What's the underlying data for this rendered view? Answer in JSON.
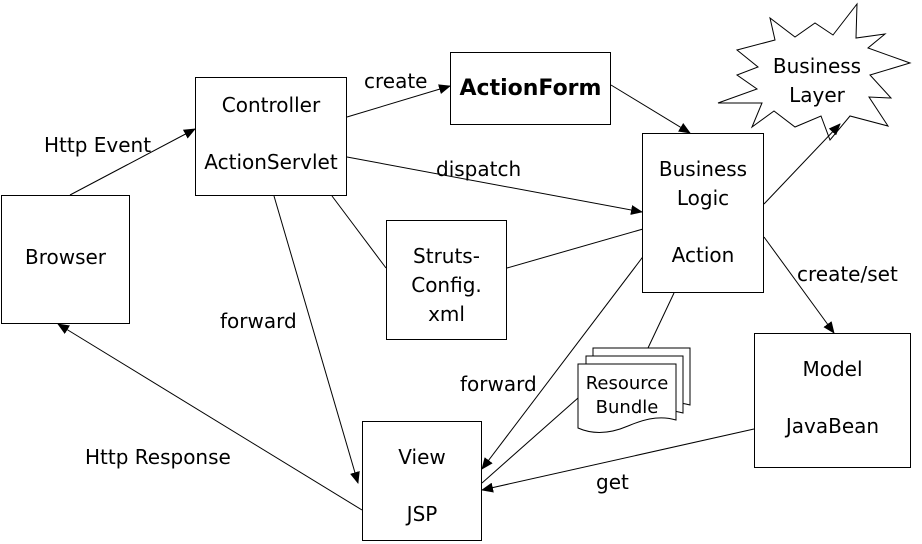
{
  "nodes": {
    "browser": {
      "label": "Browser"
    },
    "controller": {
      "title": "Controller",
      "subtitle": "ActionServlet"
    },
    "action_form": {
      "label": "ActionForm"
    },
    "business_layer": {
      "line1": "Business",
      "line2": "Layer"
    },
    "business_logic": {
      "line1": "Business",
      "line2": "Logic",
      "line3": "Action"
    },
    "struts_config": {
      "line1": "Struts-",
      "line2": "Config.",
      "line3": "xml"
    },
    "resource_bundle": {
      "line1": "Resource",
      "line2": "Bundle"
    },
    "model": {
      "title": "Model",
      "subtitle": "JavaBean"
    },
    "view": {
      "title": "View",
      "subtitle": "JSP"
    }
  },
  "edges": {
    "http_event": "Http Event",
    "create": "create",
    "dispatch": "dispatch",
    "create_set": "create/set",
    "forward_controller": "forward",
    "forward_action": "forward",
    "http_response": "Http Response",
    "get": "get"
  }
}
